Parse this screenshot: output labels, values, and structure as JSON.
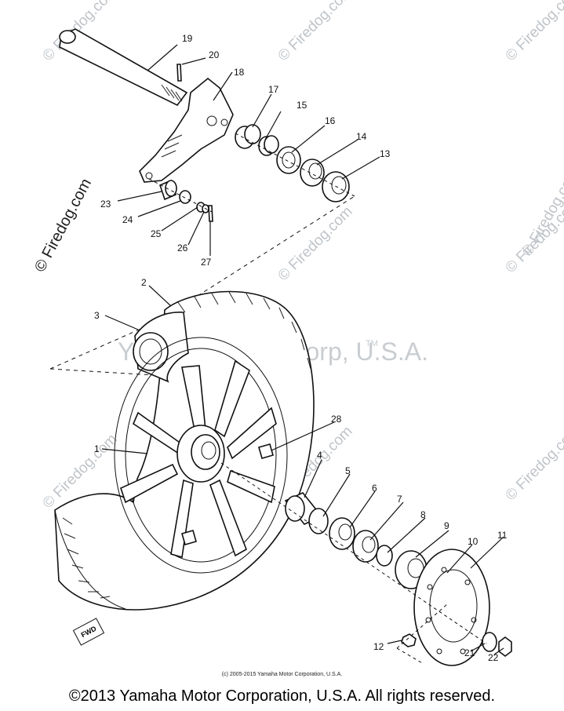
{
  "watermarks": {
    "tile_text": "© Firedog.com",
    "center_text": "Yamaha Motor Corp, U.S.A.",
    "center_tm": "TM",
    "side_text": "© Firedog.com"
  },
  "callouts": [
    "19",
    "20",
    "18",
    "17",
    "15",
    "16",
    "14",
    "13",
    "23",
    "24",
    "25",
    "26",
    "27",
    "2",
    "3",
    "28",
    "1",
    "4",
    "5",
    "6",
    "7",
    "8",
    "9",
    "10",
    "11",
    "12",
    "21",
    "22"
  ],
  "fwd_label": "FWD",
  "small_copyright": "(c) 2005-2015 Yamaha Motor Corporation, U.S.A.",
  "footer": "©2013 Yamaha Motor Corporation, U.S.A. All rights reserved."
}
